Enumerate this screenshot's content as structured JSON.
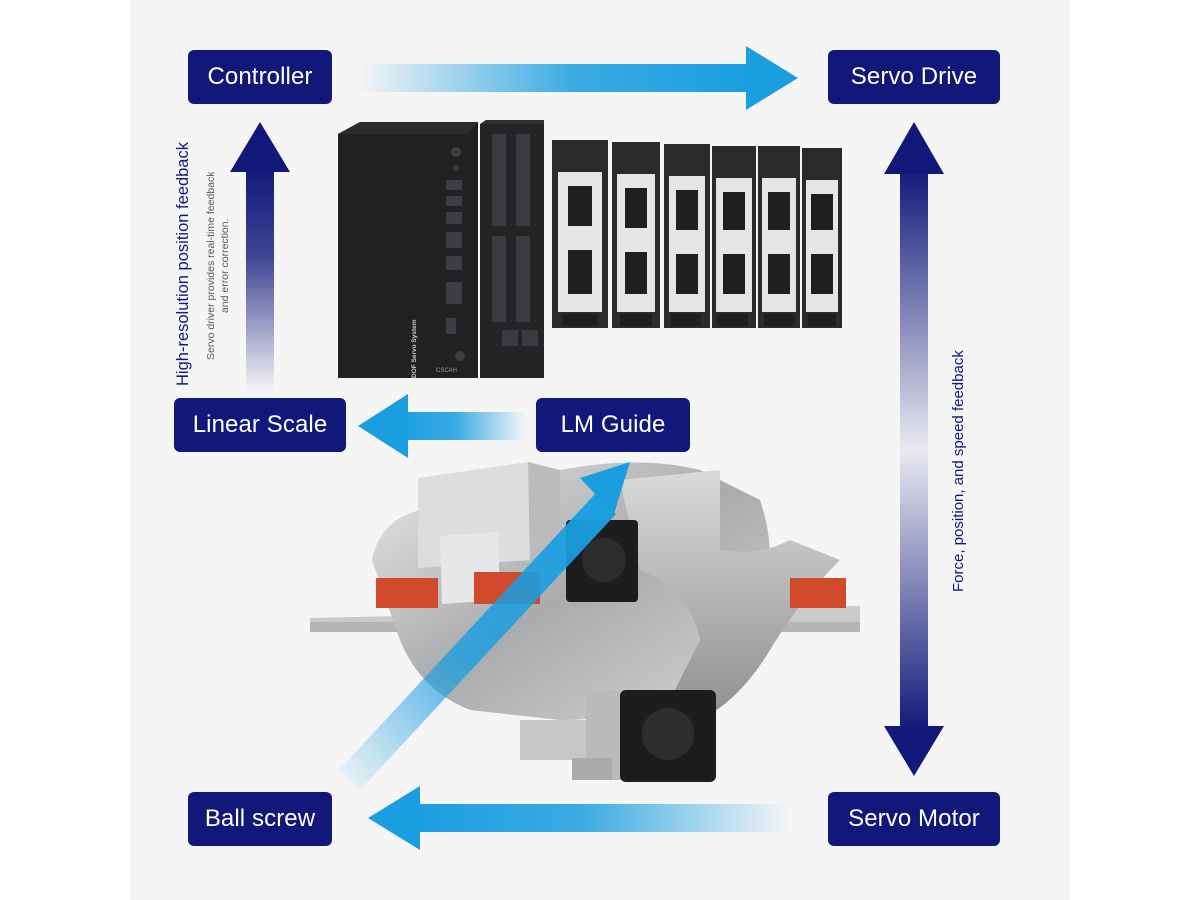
{
  "nodes": {
    "controller": "Controller",
    "servo_drive": "Servo Drive",
    "linear_scale": "Linear Scale",
    "lm_guide": "LM Guide",
    "ball_screw": "Ball screw",
    "servo_motor": "Servo Motor"
  },
  "feedback_left": {
    "title": "High-resolution position feedback",
    "caption_line1": "Servo driver provides real-time feedback",
    "caption_line2": "and error correction."
  },
  "feedback_right": {
    "title": "Force, position, and speed feedback"
  },
  "controller_device": {
    "brand": "DOF Servo System",
    "badge": "CSCAH"
  },
  "colors": {
    "navy": "#11187a",
    "arrow_blue": "#1a9ee0",
    "background": "#f5f5f6"
  }
}
